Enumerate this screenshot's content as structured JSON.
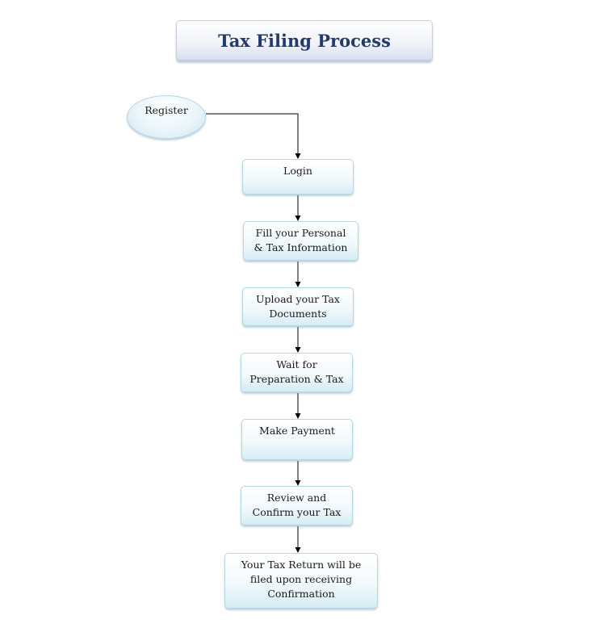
{
  "title": "Tax Filing Process",
  "start": {
    "label": "Register"
  },
  "steps": [
    {
      "label": "Login"
    },
    {
      "label": "Fill your Personal\n& Tax Information"
    },
    {
      "label": "Upload your Tax\nDocuments"
    },
    {
      "label": "Wait for\nPreparation & Tax"
    },
    {
      "label": "Make Payment"
    },
    {
      "label": "Review and\nConfirm your Tax"
    },
    {
      "label": "Your Tax Return will be\nfiled upon receiving\nConfirmation"
    }
  ]
}
